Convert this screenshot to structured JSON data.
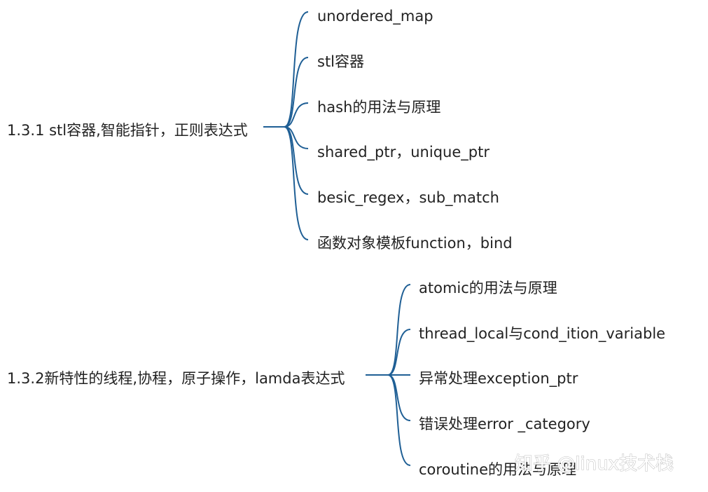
{
  "line_color": "#1f5f95",
  "text_color": "#222222",
  "branches": [
    {
      "label": "1.3.1 stl容器,智能指针，正则表达式",
      "children": [
        "unordered_map",
        "stl容器",
        "hash的用法与原理",
        "shared_ptr，unique_ptr",
        "besic_regex，sub_match",
        "函数对象模板function，bind"
      ]
    },
    {
      "label": "1.3.2新特性的线程,协程，原子操作，lamda表达式",
      "children": [
        "atomic的用法与原理",
        "thread_local与cond_ition_variable",
        "异常处理exception_ptr",
        "错误处理error _category",
        "coroutine的用法与原理"
      ]
    }
  ],
  "watermark": "知乎 @linux技术栈"
}
